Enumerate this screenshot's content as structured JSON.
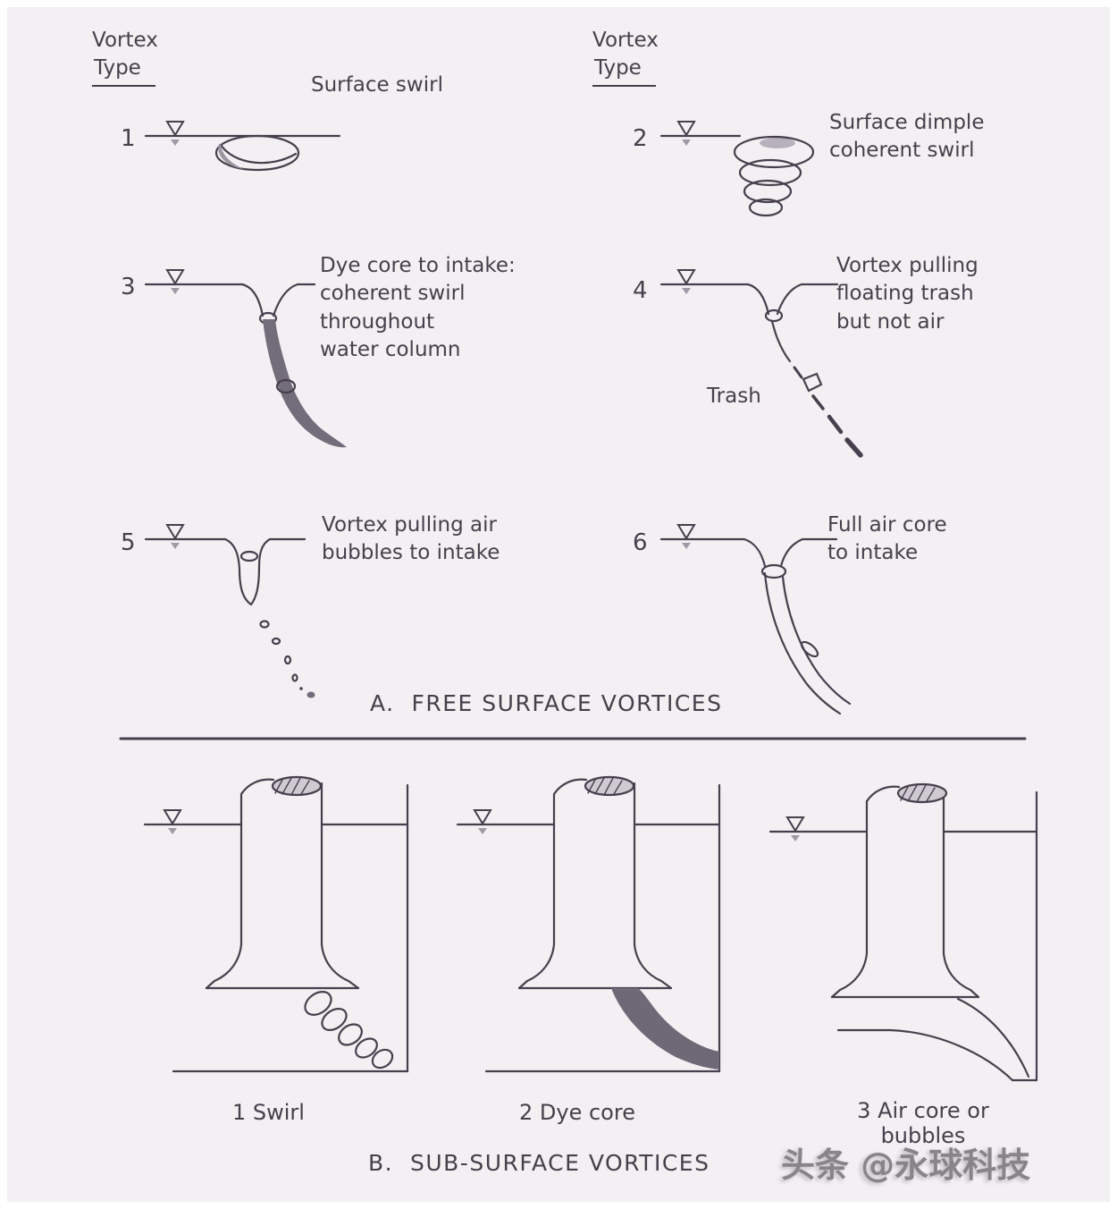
{
  "colors": {
    "panel": "#f2f0f2",
    "ink": "#483f4e",
    "dye_core": "#736c7a",
    "watermark": "#7f7c81"
  },
  "section_a": {
    "title": "A.  FREE SURFACE VORTICES",
    "headers": [
      {
        "line1": "Vortex",
        "line2": "Type"
      },
      {
        "line1": "Vortex",
        "line2": "Type"
      }
    ],
    "types": [
      {
        "number": "1",
        "label": "Surface swirl"
      },
      {
        "number": "2",
        "label": "Surface dimple\ncoherent swirl"
      },
      {
        "number": "3",
        "label": "Dye core to intake:\ncoherent swirl\nthroughout\nwater column"
      },
      {
        "number": "4",
        "label": "Vortex pulling\nfloating trash\nbut not air",
        "annotation": "Trash"
      },
      {
        "number": "5",
        "label": "Vortex pulling air\nbubbles to intake"
      },
      {
        "number": "6",
        "label": "Full air core\nto intake"
      }
    ]
  },
  "section_b": {
    "title": "B.  SUB-SURFACE VORTICES",
    "diagrams": [
      {
        "label": "1 Swirl"
      },
      {
        "label": "2 Dye core"
      },
      {
        "label": "3 Air core or\nbubbles"
      }
    ]
  },
  "watermark": "头条 @永球科技"
}
